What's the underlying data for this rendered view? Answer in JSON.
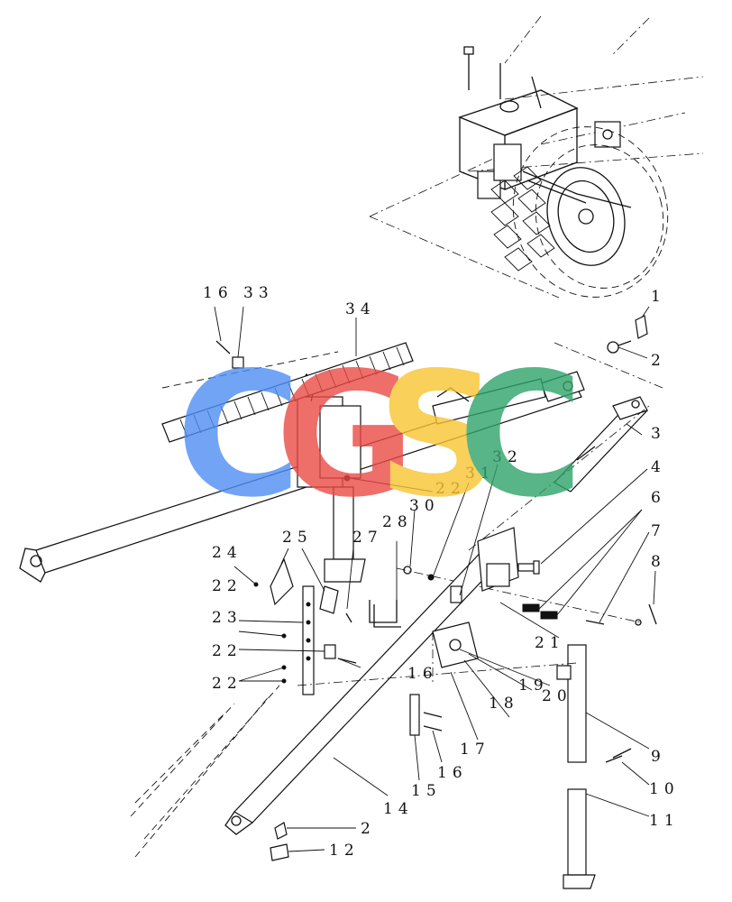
{
  "callouts": [
    "16",
    "33",
    "34",
    "1",
    "2",
    "3",
    "4",
    "6",
    "7",
    "8",
    "32",
    "31",
    "22",
    "30",
    "28",
    "25",
    "27",
    "24",
    "22",
    "23",
    "22",
    "22",
    "21",
    "16",
    "20",
    "19",
    "18",
    "17",
    "16",
    "15",
    "14",
    "9",
    "10",
    "11",
    "2",
    "12"
  ],
  "watermark": {
    "letters": [
      "C",
      "G",
      "S",
      "C"
    ],
    "colors": [
      "#4f8ef5",
      "#ea4a45",
      "#f7c531",
      "#2ea36b"
    ]
  }
}
